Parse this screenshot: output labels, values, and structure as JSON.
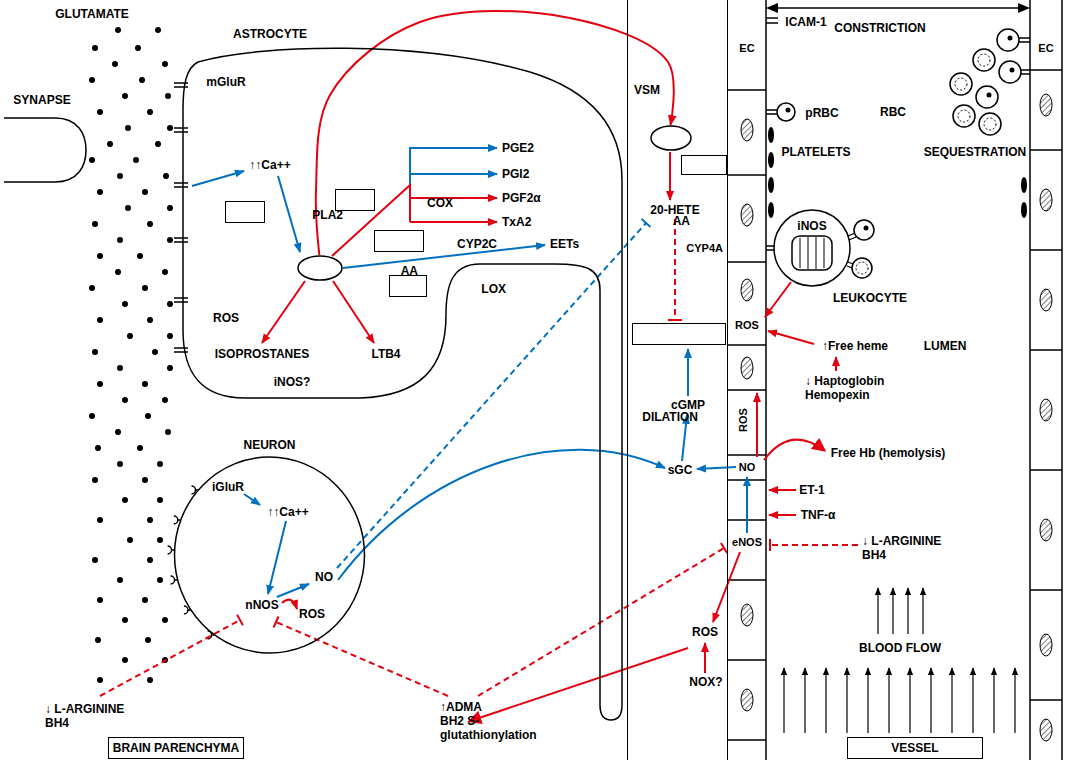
{
  "diagram": {
    "nodes": [
      {
        "text": [
          "ASTROCYTE"
        ]
      },
      {
        "text": [
          "PLA2"
        ],
        "in": 0
      },
      {
        "text": [
          "COX"
        ],
        "in": 0
      },
      {
        "text": [
          "AA"
        ],
        "in": 0
      },
      {
        "text": [
          "CYP2C"
        ],
        "in": 0
      },
      {
        "text": [
          "LOX"
        ],
        "in": 0
      },
      {
        "text": [
          "NEURON"
        ]
      },
      {
        "text": [
          "BRAIN PARENCHYMA"
        ]
      },
      {
        "text": [
          "VSM"
        ]
      },
      {
        "text": [
          "AA"
        ],
        "in": 8
      },
      {
        "text": [
          "CYP4A"
        ],
        "in": 8
      },
      {
        "text": [
          "DILATION"
        ],
        "in": 8
      },
      {
        "text": [
          "VESSEL"
        ]
      }
    ],
    "edges": [
      {
        "from": 3,
        "to": 9,
        "arrow": "to"
      }
    ],
    "labels": [
      "GLUTAMATE",
      "SYNAPSE",
      "mGluR",
      "↑↑Ca++",
      "PGE2",
      "PGI2",
      "PGF2α",
      "TxA2",
      "EETs",
      "ROS",
      "ISOPROSTANES",
      "LTB4",
      "iNOS?",
      "iGluR",
      "↑↑Ca++",
      "nNOS",
      "NO",
      "ROS",
      "↓ L-ARGININE BH4",
      "↑ADMA BH2 S-glutathionylation",
      "20-HETE",
      "cGMP",
      "sGC",
      "ROS",
      "NOX?",
      "EC",
      "ICAM-1",
      "CONSTRICTION",
      "EC",
      "pRBC",
      "RBC",
      "PLATELETS",
      "SEQUESTRATION",
      "iNOS",
      "LEUKOCYTE",
      "ROS",
      "↑Free heme",
      "LUMEN",
      "↓ Haptoglobin Hemopexin",
      "ROS",
      "Free Hb (hemolysis)",
      "NO",
      "ET-1",
      "TNF-α",
      "eNOS",
      "↓ L-ARGININE BH4",
      "BLOOD FLOW"
    ]
  }
}
